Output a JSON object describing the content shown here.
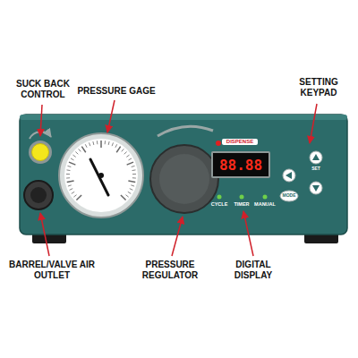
{
  "diagram": {
    "nodes": [
      {
        "text": [
          "88.88"
        ]
      }
    ],
    "labels": [
      "SUCK BACK CONTROL",
      "PRESSURE GAGE",
      "SETTING KEYPAD",
      "DISPENSE",
      "CYCLE",
      "TIMER",
      "MANUAL",
      "SET",
      "MODE",
      "BARREL/VALVE AIR OUTLET",
      "PRESSURE REGULATOR",
      "DIGITAL DISPLAY"
    ]
  }
}
